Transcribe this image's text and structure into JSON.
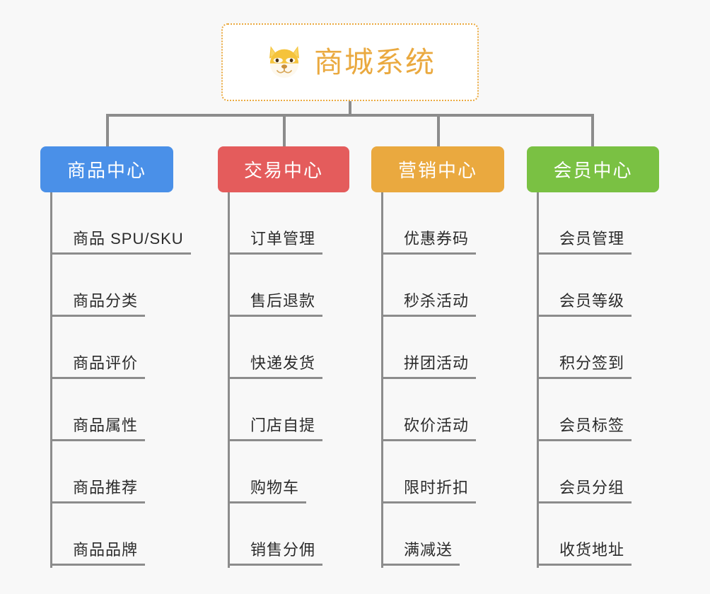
{
  "diagram": {
    "type": "mindmap",
    "background_color": "#f8f8f8",
    "root": {
      "title": "商城系统",
      "icon": "dog-face-emoji",
      "border_color": "#eaa93f",
      "text_color": "#eaa93f",
      "background_color": "#ffffff"
    },
    "connector_color": "#8c8c8c",
    "branches": [
      {
        "label": "商品中心",
        "color": "#4a90e8",
        "items": [
          "商品 SPU/SKU",
          "商品分类",
          "商品评价",
          "商品属性",
          "商品推荐",
          "商品品牌"
        ]
      },
      {
        "label": "交易中心",
        "color": "#e45c5c",
        "items": [
          "订单管理",
          "售后退款",
          "快递发货",
          "门店自提",
          "购物车",
          "销售分佣"
        ]
      },
      {
        "label": "营销中心",
        "color": "#eaa93f",
        "items": [
          "优惠券码",
          "秒杀活动",
          "拼团活动",
          "砍价活动",
          "限时折扣",
          "满减送"
        ]
      },
      {
        "label": "会员中心",
        "color": "#7ac143",
        "items": [
          "会员管理",
          "会员等级",
          "积分签到",
          "会员标签",
          "会员分组",
          "收货地址"
        ]
      }
    ]
  }
}
